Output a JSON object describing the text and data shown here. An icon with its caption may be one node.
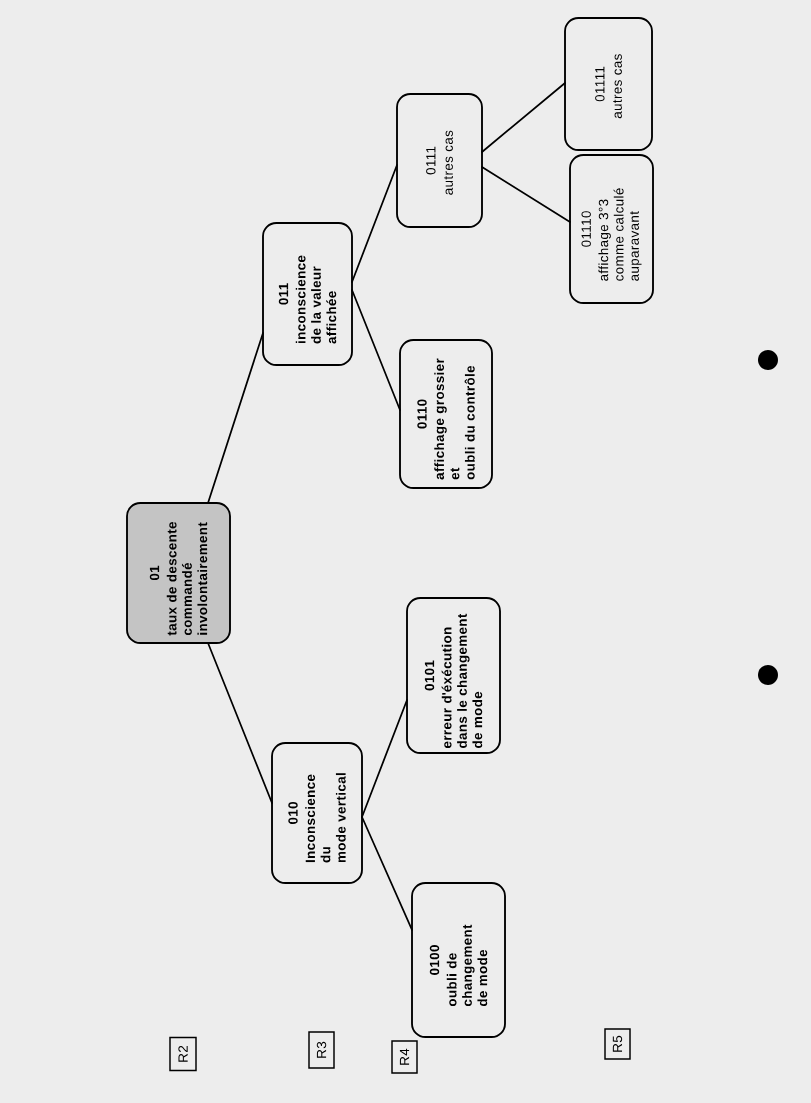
{
  "diagram": {
    "nodes": [
      {
        "text": [
          "01",
          "taux de descente commandé involontairement"
        ]
      },
      {
        "text": [
          "010",
          "Inconscience du mode vertical"
        ]
      },
      {
        "text": [
          "011",
          "inconscience de la valeur affichée"
        ]
      },
      {
        "text": [
          "0100",
          "oubli de changement de mode"
        ]
      },
      {
        "text": [
          "0101",
          "erreur d'éxécution dans le changement de mode"
        ]
      },
      {
        "text": [
          "0110",
          "affichage grossier et oubli du contrôle"
        ]
      },
      {
        "text": [
          "0111",
          "autres cas"
        ]
      },
      {
        "text": [
          "01110",
          "affichage 3°3 comme calculé auparavant"
        ]
      },
      {
        "text": [
          "01111",
          "autres cas"
        ]
      },
      {
        "text": [
          "R2"
        ]
      },
      {
        "text": [
          "R3"
        ]
      },
      {
        "text": [
          "R4"
        ]
      },
      {
        "text": [
          "R5"
        ]
      }
    ],
    "edges": [
      {
        "from": 0,
        "to": 1,
        "arrow": "none"
      },
      {
        "from": 0,
        "to": 2,
        "arrow": "none"
      },
      {
        "from": 1,
        "to": 3,
        "arrow": "none"
      },
      {
        "from": 1,
        "to": 4,
        "arrow": "none"
      },
      {
        "from": 2,
        "to": 5,
        "arrow": "none"
      },
      {
        "from": 2,
        "to": 6,
        "arrow": "none"
      },
      {
        "from": 6,
        "to": 7,
        "arrow": "none"
      },
      {
        "from": 6,
        "to": 8,
        "arrow": "none"
      }
    ]
  }
}
